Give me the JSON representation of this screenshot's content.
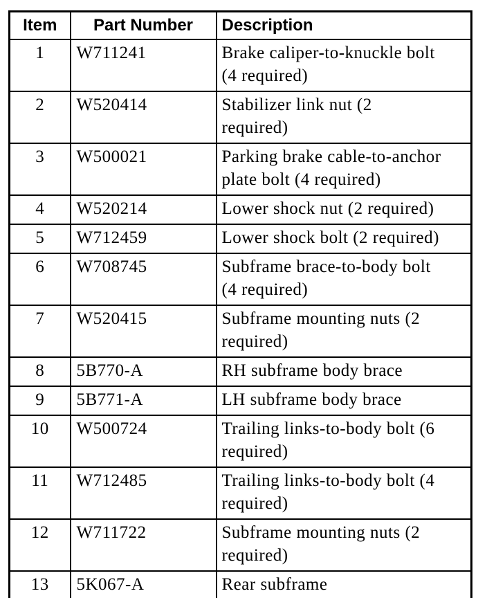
{
  "table": {
    "columns": [
      {
        "label": "Item"
      },
      {
        "label": "Part Number"
      },
      {
        "label": "Description"
      }
    ],
    "rows": [
      {
        "item": "1",
        "part_number": "W711241",
        "description": "Brake caliper-to-knuckle bolt\n(4 required)"
      },
      {
        "item": "2",
        "part_number": "W520414",
        "description": "Stabilizer link nut (2\nrequired)"
      },
      {
        "item": "3",
        "part_number": "W500021",
        "description": "Parking brake cable-to-anchor\nplate bolt (4 required)"
      },
      {
        "item": "4",
        "part_number": "W520214",
        "description": "Lower shock nut (2 required)"
      },
      {
        "item": "5",
        "part_number": "W712459",
        "description": "Lower shock bolt (2 required)"
      },
      {
        "item": "6",
        "part_number": "W708745",
        "description": "Subframe brace-to-body bolt\n(4 required)"
      },
      {
        "item": "7",
        "part_number": "W520415",
        "description": "Subframe mounting nuts (2\nrequired)"
      },
      {
        "item": "8",
        "part_number": "5B770-A",
        "description": "RH subframe body brace"
      },
      {
        "item": "9",
        "part_number": "5B771-A",
        "description": "LH subframe body brace"
      },
      {
        "item": "10",
        "part_number": "W500724",
        "description": "Trailing links-to-body bolt (6\nrequired)"
      },
      {
        "item": "11",
        "part_number": "W712485",
        "description": "Trailing links-to-body bolt (4\nrequired)"
      },
      {
        "item": "12",
        "part_number": "W711722",
        "description": "Subframe mounting nuts (2\nrequired)"
      },
      {
        "item": "13",
        "part_number": "5K067-A",
        "description": "Rear subframe"
      }
    ]
  },
  "colors": {
    "text": "#000000",
    "border": "#000000",
    "background": "#ffffff"
  }
}
